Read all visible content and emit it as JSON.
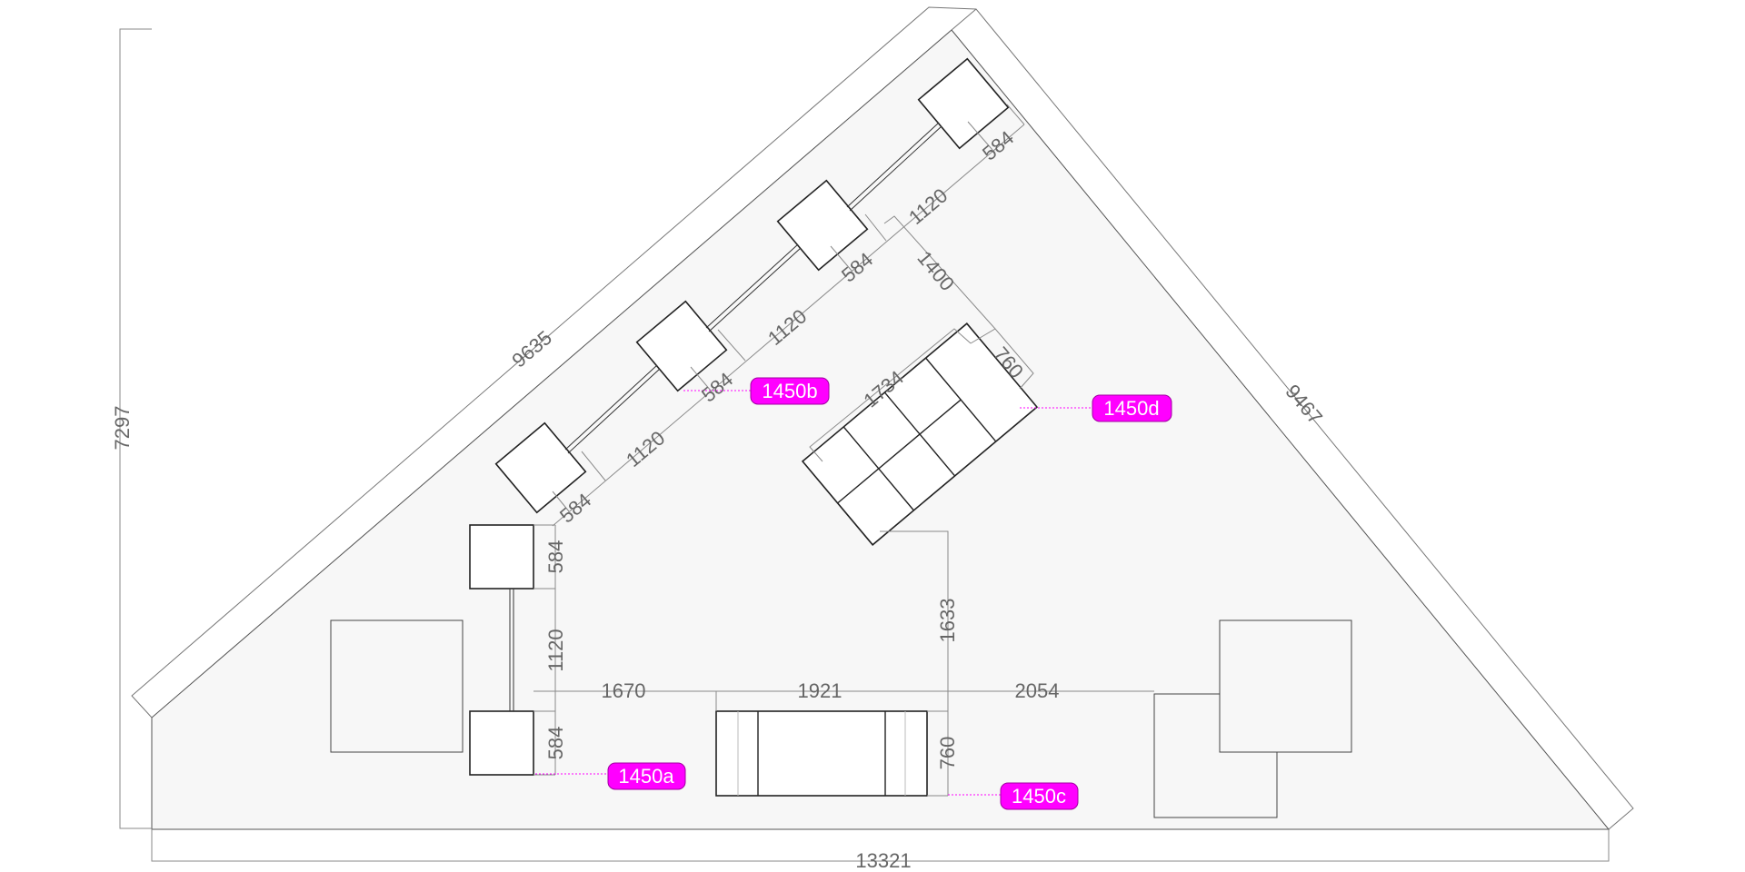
{
  "colors": {
    "floor_fill": "#f7f7f7",
    "outline": "#444444",
    "dimension_line": "#8a8a8a",
    "dimension_text": "#666666",
    "label_fill": "#ff00ff",
    "label_text": "#ffffff"
  },
  "overall": {
    "height": "7297",
    "width": "13321",
    "hypotenuse_left": "9635",
    "hypotenuse_right": "9467"
  },
  "diagonal_row": {
    "spacing_1": "1120",
    "spacing_2": "1120",
    "spacing_3": "1120",
    "offset_1": "584",
    "offset_2": "584",
    "offset_3": "584",
    "offset_4": "584"
  },
  "vertical_pair": {
    "top_offset": "584",
    "spacing": "1120",
    "bottom_offset": "584"
  },
  "bottom_row": {
    "span_left": "1670",
    "span_mid": "1921",
    "span_right": "2054",
    "offset": "760"
  },
  "grid_block": {
    "width": "1734",
    "offset": "760",
    "distance_top": "1400",
    "distance_down": "1633"
  },
  "labels": {
    "a": "1450a",
    "b": "1450b",
    "c": "1450c",
    "d": "1450d"
  }
}
